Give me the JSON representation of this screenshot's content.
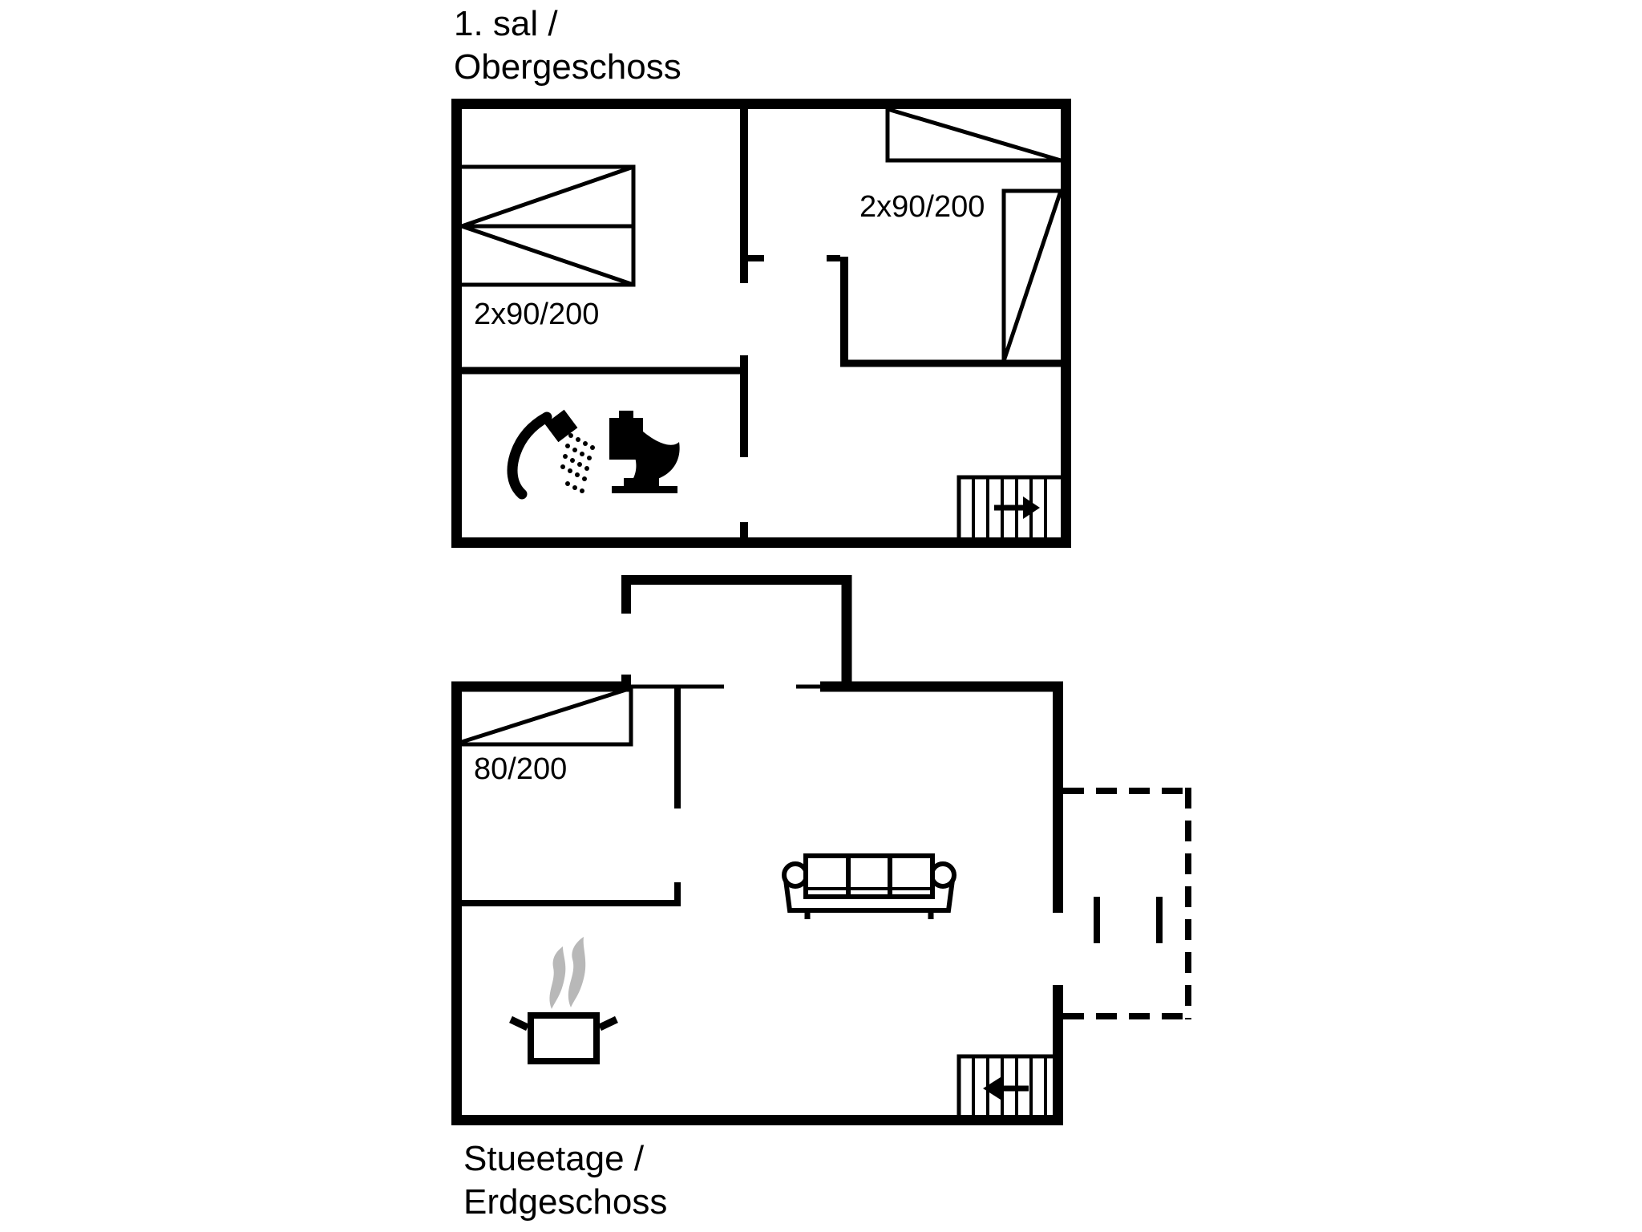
{
  "colors": {
    "line": "#000000",
    "background": "#ffffff",
    "steam": "#b8b8b8"
  },
  "upper_floor": {
    "title_line1": "1. sal /",
    "title_line2": "Obergeschoss",
    "left_bed_label": "2x90/200",
    "right_bed_label": "2x90/200",
    "icons": {
      "left_bed": "double-bed-icon",
      "right_bed": "double-bed-icon",
      "shower": "shower-icon",
      "toilet": "toilet-icon",
      "stairs": "stairs-arrow-right-icon"
    }
  },
  "ground_floor": {
    "title_line1": "Stueetage /",
    "title_line2": "Erdgeschoss",
    "bed_label": "80/200",
    "icons": {
      "bed": "single-bed-icon",
      "sofa": "sofa-icon",
      "cooking_pot": "cooking-pot-steam-icon",
      "stairs": "stairs-arrow-left-icon",
      "terrace": "terrace-dashed-outline"
    }
  }
}
